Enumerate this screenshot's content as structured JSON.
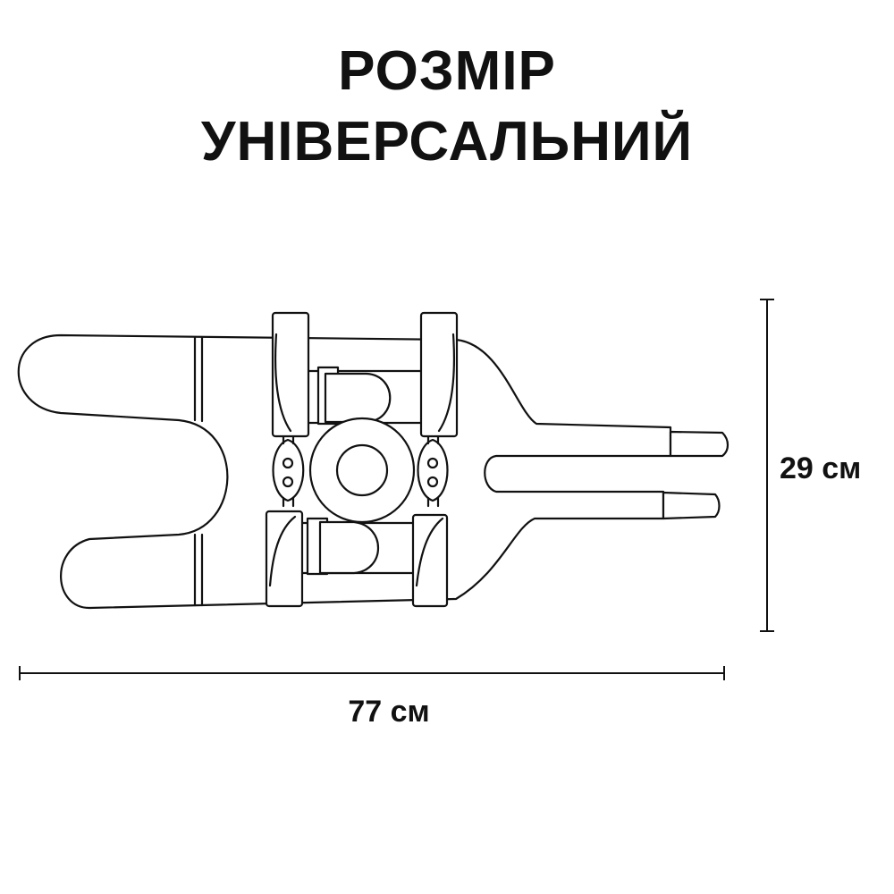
{
  "heading": {
    "line1": "РОЗМІР",
    "line2": "УНІВЕРСАЛЬНИЙ"
  },
  "dimensions": {
    "width_label": "77 см",
    "height_label": "29 см"
  },
  "colors": {
    "ink": "#111111",
    "background": "#ffffff"
  }
}
